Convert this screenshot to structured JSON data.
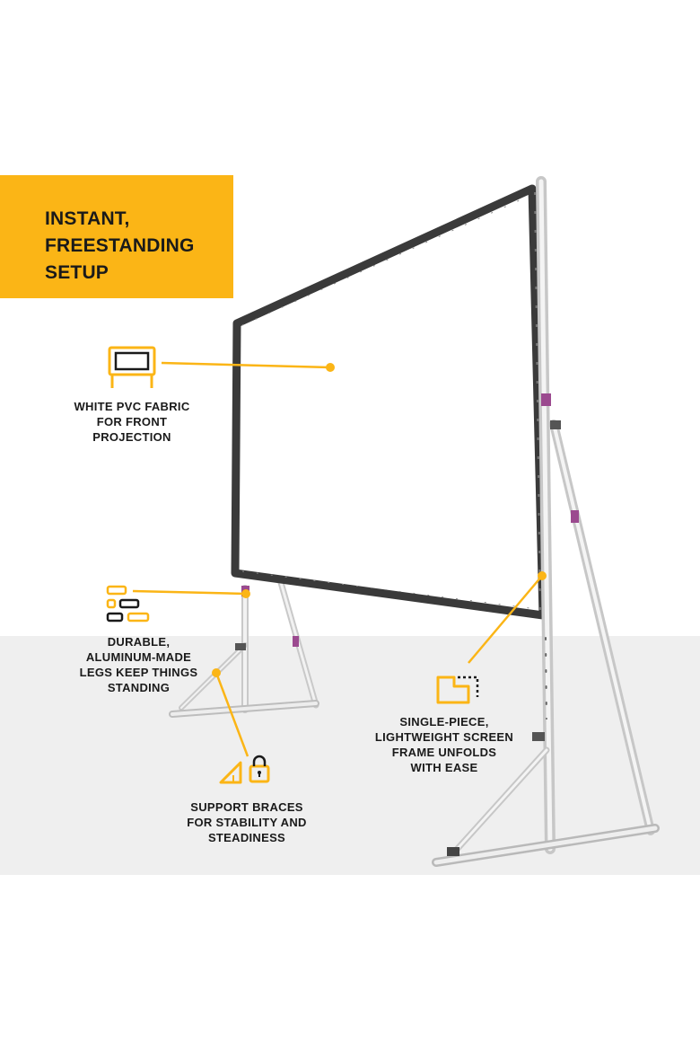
{
  "banner": {
    "lines": [
      "INSTANT,",
      "FREESTANDING",
      "SETUP"
    ]
  },
  "features": [
    {
      "lines": [
        "WHITE PVC FABRIC",
        "FOR FRONT",
        "PROJECTION"
      ],
      "icon": "screen-stand-icon"
    },
    {
      "lines": [
        "DURABLE,",
        "ALUMINUM-MADE",
        "LEGS KEEP THINGS",
        "STANDING"
      ],
      "icon": "aluminum-blocks-icon"
    },
    {
      "lines": [
        "SUPPORT BRACES",
        "FOR STABILITY AND",
        "STEADINESS"
      ],
      "icon": "brace-lock-icon"
    },
    {
      "lines": [
        "SINGLE-PIECE,",
        "LIGHTWEIGHT SCREEN",
        "FRAME UNFOLDS",
        "WITH EASE"
      ],
      "icon": "unfold-frame-icon"
    }
  ],
  "colors": {
    "accent": "#fbb516",
    "text": "#1a1a1a",
    "floor": "#efefef"
  }
}
